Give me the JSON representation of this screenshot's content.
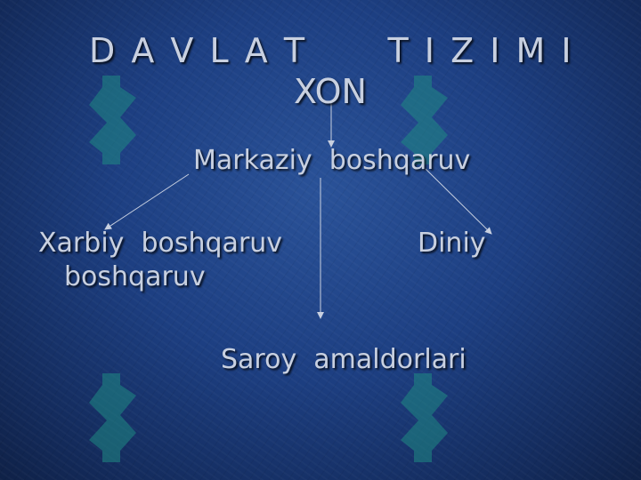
{
  "slide": {
    "title_line1": "D A V L A T      T I Z I M I",
    "title_line2": "XON"
  },
  "nodes": {
    "markaziy": "Markaziy  boshqaruv",
    "xarbiy": "Xarbiy  boshqaruv",
    "diniy": "Diniy",
    "xarbiy_cont": "boshqaruv",
    "saroy": "Saroy  amaldorlari"
  },
  "colors": {
    "text": "#c8d0e0",
    "arrow": "#c8d0e0",
    "watermark": "#1f8a84"
  },
  "watermark_icon": "dollar-logo-icon"
}
